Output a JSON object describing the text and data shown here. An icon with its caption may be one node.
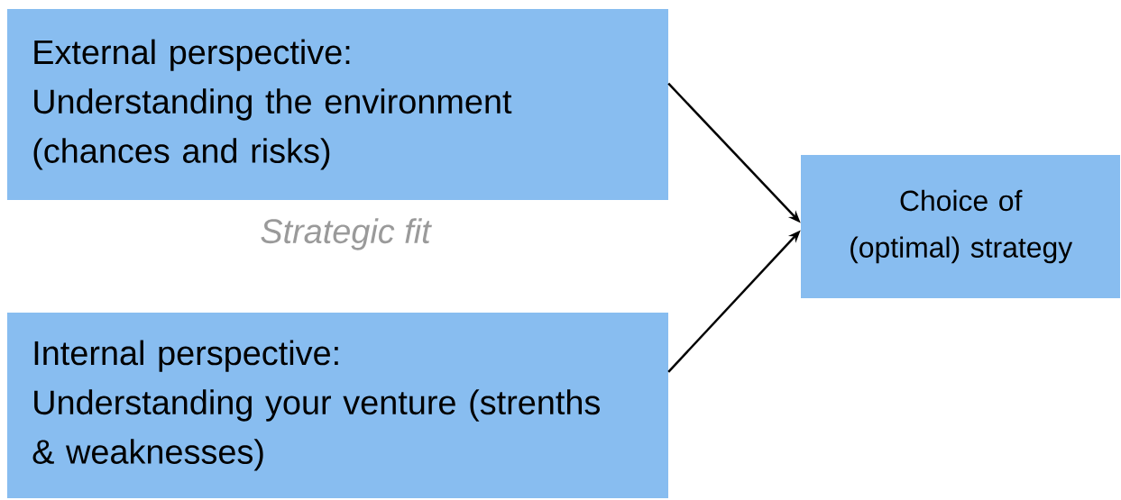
{
  "diagram": {
    "nodes": [
      {
        "text": [
          "External perspective:",
          "Understanding the environment (chances and risks)"
        ]
      },
      {
        "text": [
          "Internal perspective:",
          "Understanding your venture (strenths & weaknesses)"
        ]
      },
      {
        "text": [
          "Choice of (optimal) strategy"
        ]
      }
    ],
    "edges": [
      {
        "from": 0,
        "to": 2,
        "arrow": "to"
      },
      {
        "from": 1,
        "to": 2,
        "arrow": "to"
      }
    ],
    "labels": [
      "Strategic fit"
    ]
  }
}
